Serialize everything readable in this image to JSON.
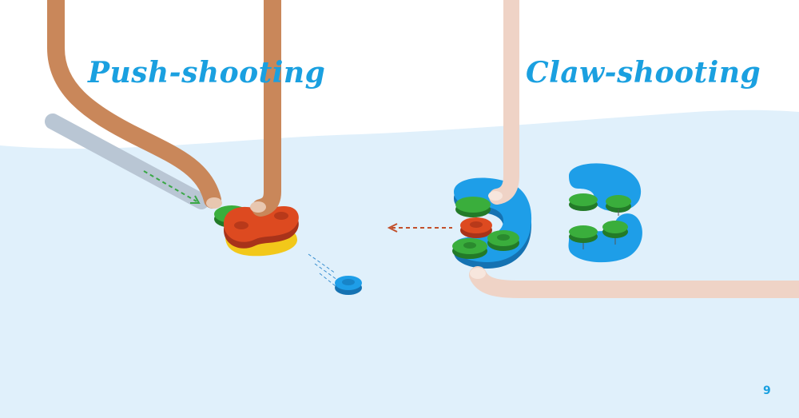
{
  "titles": {
    "push": "Push-shooting",
    "claw": "Claw-shooting"
  },
  "page_number": "9",
  "colors": {
    "title": "#1aa0e0",
    "page_number": "#1aa0e0",
    "table": "#e0f0fb",
    "background": "#ffffff",
    "finger_dark": "#c9875a",
    "finger_light": "#efd3c6",
    "disc_red": "#dd4a20",
    "disc_red_side": "#a8331a",
    "disc_green": "#3aae3c",
    "disc_green_side": "#237a28",
    "disc_blue": "#1e9ee8",
    "disc_blue_side": "#1572b2",
    "disc_yellow": "#f2c81a",
    "arrow_green": "#3aa846",
    "arrow_red": "#c2502c"
  }
}
